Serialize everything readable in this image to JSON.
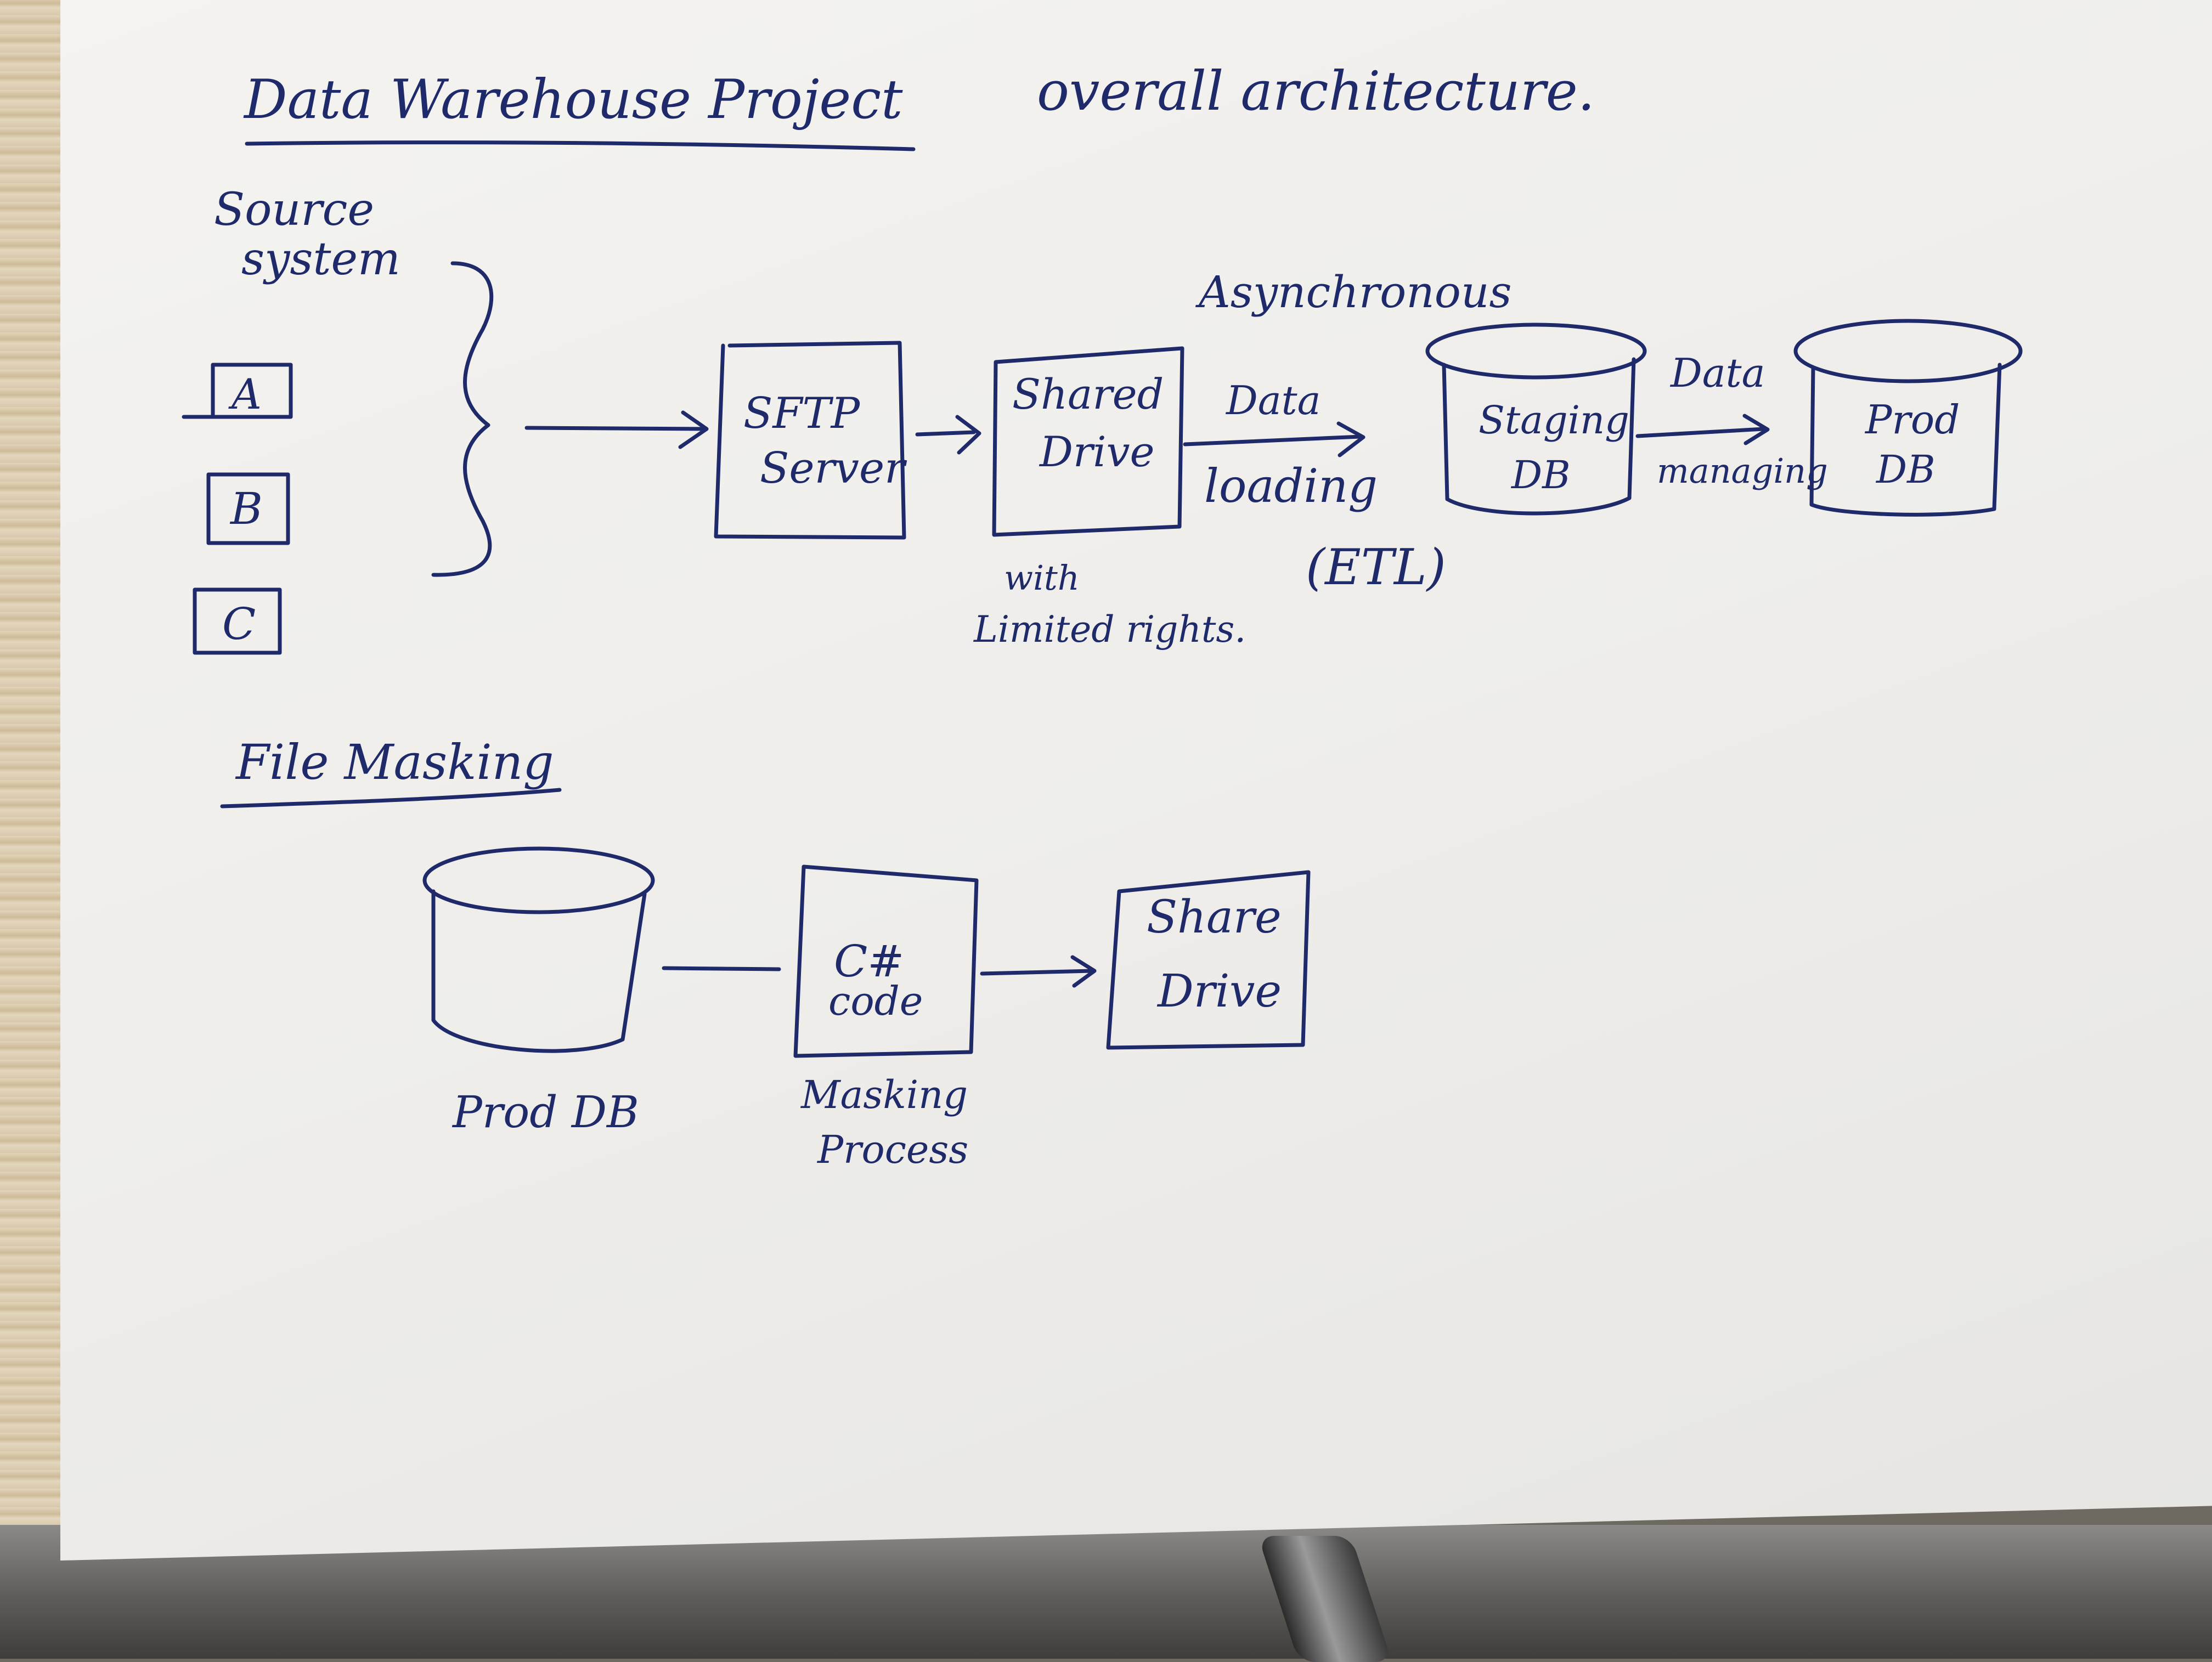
{
  "title": {
    "main": "Data Warehouse Project",
    "rest": "overall architecture."
  },
  "source": {
    "label_line1": "Source",
    "label_line2": "system",
    "boxes": [
      "A",
      "B",
      "C"
    ]
  },
  "nodes": {
    "sftp_line1": "SFTP",
    "sftp_line2": "Server",
    "shared_drive_line1": "Shared",
    "shared_drive_line2": "Drive",
    "shared_note_line1": "with",
    "shared_note_line2": "Limited rights.",
    "staging_line1": "Staging",
    "staging_line2": "DB",
    "prod_line1": "Prod",
    "prod_line2": "DB"
  },
  "edges": {
    "asynchronous": "Asynchronous",
    "data_loading_line1": "Data",
    "data_loading_line2": "loading",
    "etl": "(ETL)",
    "data_managing_line1": "Data",
    "data_managing_line2": "managing"
  },
  "masking": {
    "heading": "File Masking",
    "prod_db": "Prod DB",
    "code_line1": "C#",
    "code_line2": "code",
    "process_line1": "Masking",
    "process_line2": "Process",
    "share_line1": "Share",
    "share_line2": "Drive"
  },
  "colors": {
    "ink": "#1f2a6b",
    "paper": "#f1f0ed"
  }
}
